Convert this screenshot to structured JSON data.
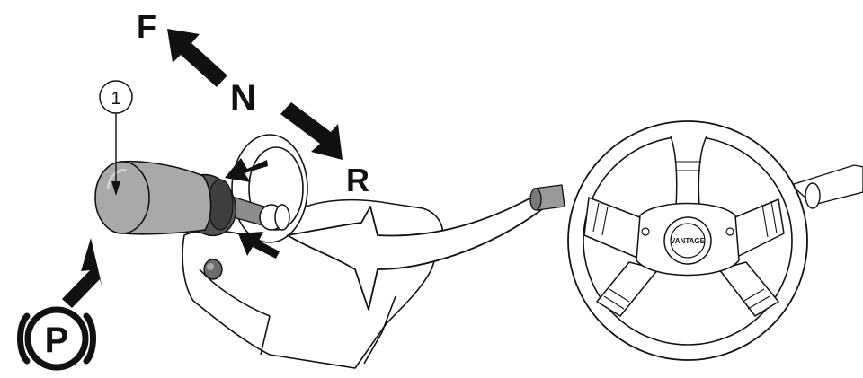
{
  "labels": {
    "forward": "F",
    "neutral": "N",
    "reverse": "R",
    "park": "P",
    "callout": "1",
    "steering_logo": "VANTAGE"
  },
  "colors": {
    "ink": "#111111",
    "lever_knob": "#a9a9a9",
    "lever_collar": "#555555",
    "paper": "#ffffff"
  }
}
